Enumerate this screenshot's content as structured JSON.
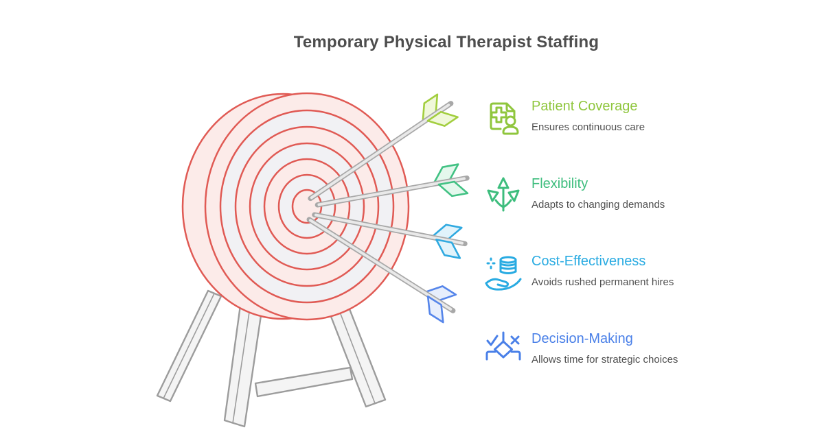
{
  "title": "Temporary Physical Therapist Staffing",
  "items": [
    {
      "title": "Patient Coverage",
      "subtitle": "Ensures continuous care",
      "icon": "medical-document-person-icon"
    },
    {
      "title": "Flexibility",
      "subtitle": "Adapts to changing demands",
      "icon": "branching-arrows-icon"
    },
    {
      "title": "Cost-Effectiveness",
      "subtitle": "Avoids rushed permanent hires",
      "icon": "hand-coins-icon"
    },
    {
      "title": "Decision-Making",
      "subtitle": "Allows time for strategic choices",
      "icon": "decision-diamond-icon"
    }
  ],
  "illustration": {
    "name": "archery-target-with-four-arrows-on-easel-stand",
    "arrows": [
      {
        "label": "patient-coverage-arrow"
      },
      {
        "label": "flexibility-arrow"
      },
      {
        "label": "cost-effectiveness-arrow"
      },
      {
        "label": "decision-making-arrow"
      }
    ]
  },
  "colors": {
    "page_bg": "#ffffff",
    "heading_text": "#4d4d4d",
    "body_text": "#4f4f4f",
    "item1_accent": "#8fc63d",
    "item2_accent": "#3dbd7d",
    "item3_accent": "#29abe2",
    "item4_accent": "#4a80e8",
    "ring_stroke": "#e05a54",
    "ring_pink": "#fcebe9",
    "ring_gray": "#f1f1f4",
    "stand_fill": "#f4f4f4",
    "stand_stroke": "#9c9c9c",
    "shaft_stroke": "#a8a8a8",
    "shaft_fill": "#e9e9e9",
    "fletch1_stroke": "#a2ce3e",
    "fletch1_fill": "#f0f8da",
    "fletch2_stroke": "#41c183",
    "fletch2_fill": "#e4f8ed",
    "fletch3_stroke": "#2fa9e0",
    "fletch3_fill": "#e1f3fb",
    "fletch4_stroke": "#5585ea",
    "fletch4_fill": "#e7eefc"
  }
}
